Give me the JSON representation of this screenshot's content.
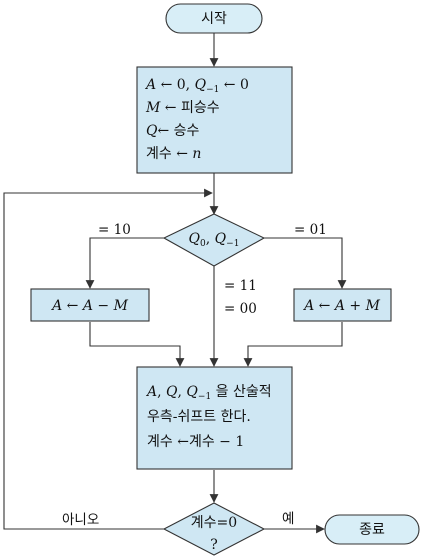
{
  "start": "시작",
  "end": "종료",
  "init": {
    "l1a": "A",
    "l1b": " ← 0, ",
    "l1c": "Q",
    "l1d": "−1",
    "l1e": " ← 0",
    "l2a": "M",
    "l2b": " ← 피승수",
    "l3a": "Q",
    "l3b": "←  승수",
    "l4a": "계수 ← ",
    "l4b": "n"
  },
  "decision": {
    "a": "Q",
    "a_sub": "0",
    "sep": ",  ",
    "b": "Q",
    "b_sub": "−1"
  },
  "edges": {
    "left": "= 10",
    "right": "= 01",
    "mid1": "= 11",
    "mid2": "= 00",
    "no": "아니오",
    "yes": "예"
  },
  "sub": {
    "a": "A",
    "rest": " ← ",
    "b": "A",
    "tail": " − ",
    "c": "M"
  },
  "add": {
    "a": "A",
    "rest": " ← ",
    "b": "A",
    "tail": " + ",
    "c": "M"
  },
  "shift": {
    "l1a": "A",
    "l1b": ", ",
    "l1c": "Q",
    "l1d": ", ",
    "l1e": "Q",
    "l1f": "−1",
    "l1g": " 을  산술적",
    "l2": "우측-쉬프트  한다.",
    "l3": "계수 ←계수  − 1"
  },
  "end_check": {
    "l1": "계수=0",
    "l2": "?"
  }
}
